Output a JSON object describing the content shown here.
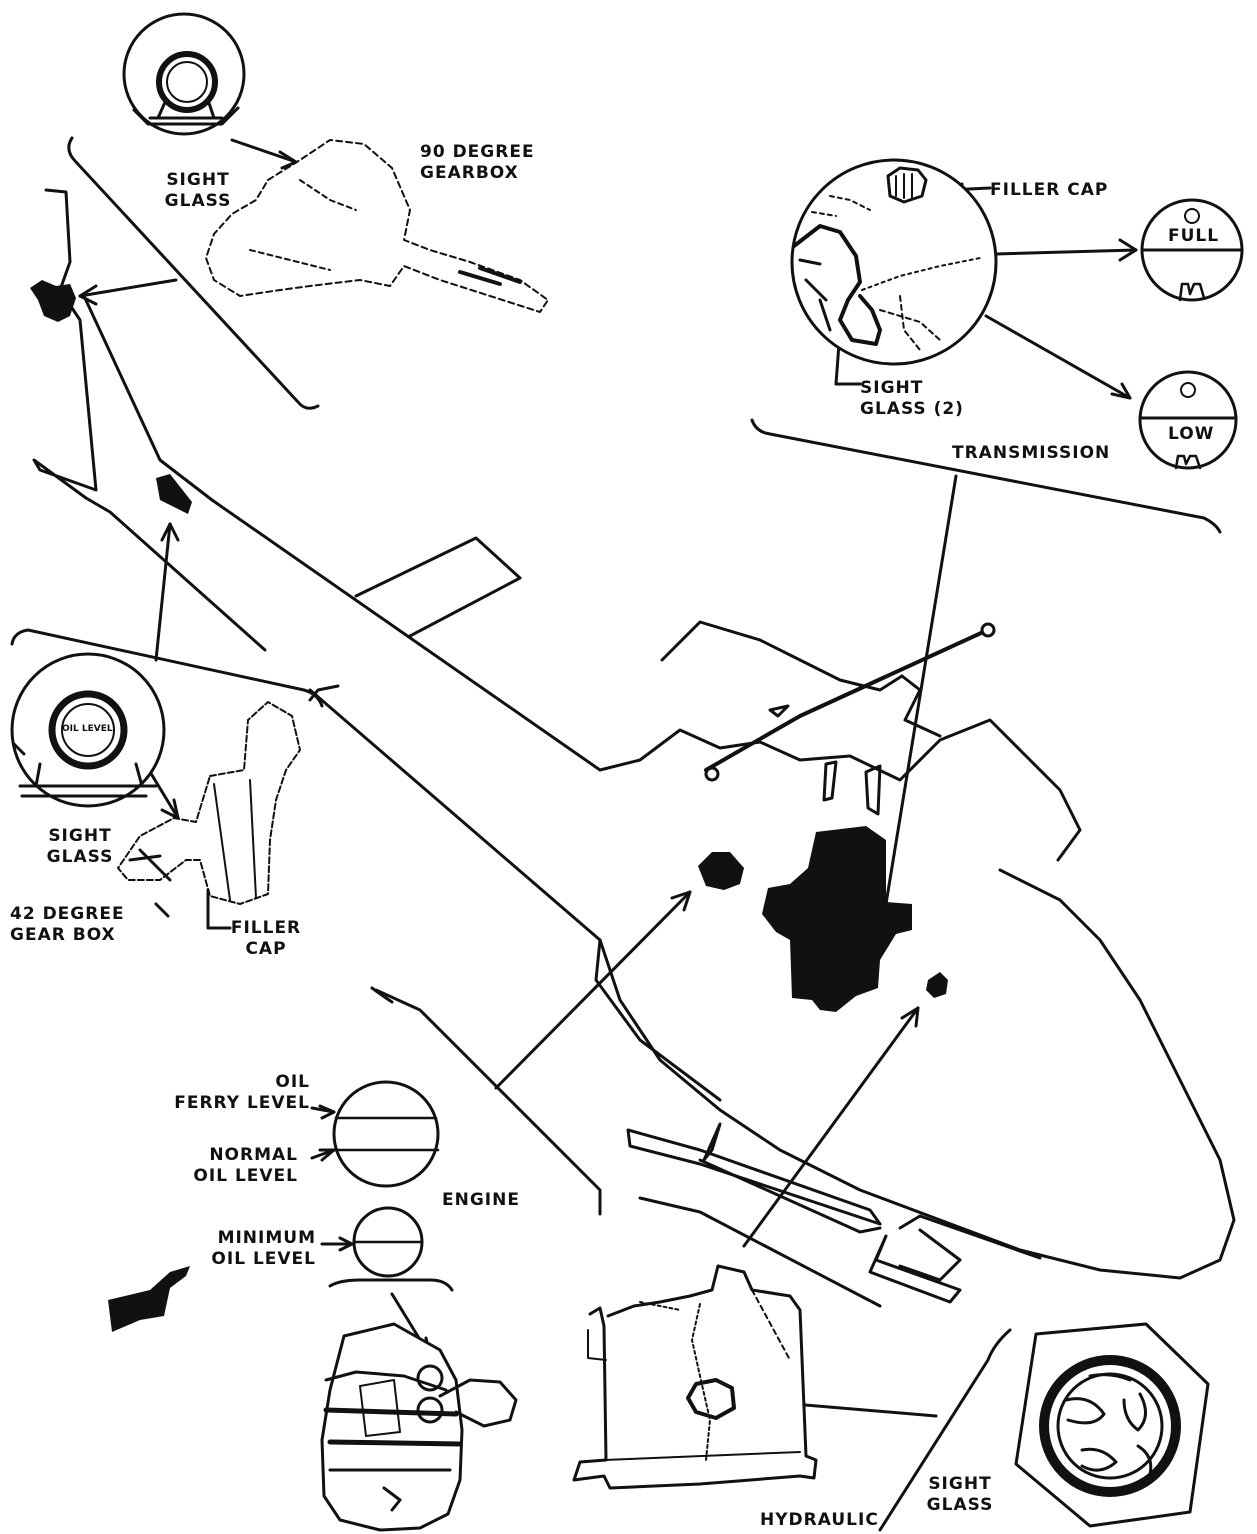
{
  "labels": {
    "gearbox_90_line1": "90 DEGREE",
    "gearbox_90_line2": "GEARBOX",
    "sight_glass_top_line1": "SIGHT",
    "sight_glass_top_line2": "GLASS",
    "filler_cap_trans": "FILLER CAP",
    "full": "FULL",
    "low": "LOW",
    "sight_glass_2_line1": "SIGHT",
    "sight_glass_2_line2": "GLASS (2)",
    "transmission": "TRANSMISSION",
    "sight_glass_42_line1": "SIGHT",
    "sight_glass_42_line2": "GLASS",
    "gearbox_42_line1": "42 DEGREE",
    "gearbox_42_line2": "GEAR BOX",
    "filler_cap_42_line1": "FILLER",
    "filler_cap_42_line2": "CAP",
    "oil_ferry_line1": "OIL",
    "oil_ferry_line2": "FERRY LEVEL",
    "normal_oil_line1": "NORMAL",
    "normal_oil_line2": "OIL LEVEL",
    "engine": "ENGINE",
    "minimum_oil_line1": "MINIMUM",
    "minimum_oil_line2": "OIL LEVEL",
    "sight_glass_hyd_line1": "SIGHT",
    "sight_glass_hyd_line2": "GLASS",
    "hydraulic": "HYDRAULIC",
    "oil_level_gauge": "OIL LEVEL"
  }
}
